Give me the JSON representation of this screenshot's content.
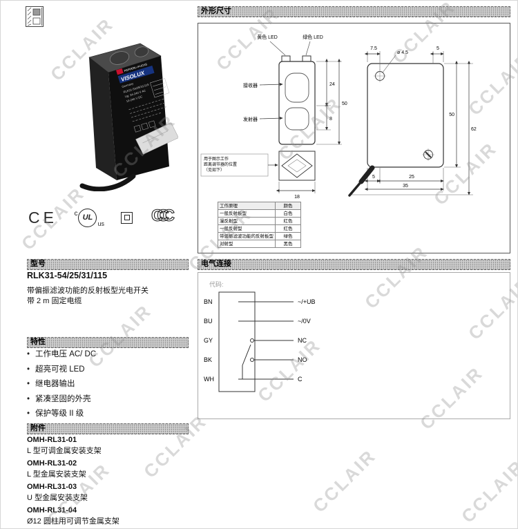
{
  "watermark": {
    "text": "CCLAIR"
  },
  "header_bars": {
    "dimensions": "外形尺寸",
    "model": "型号",
    "electrical": "电气连接",
    "features": "特性",
    "accessories": "附件"
  },
  "product": {
    "brand": "PEPPERL+FUCHS",
    "brand_sub": "VISOLUX",
    "label_lines": [
      "Germany",
      "RLK31-54/25/31/115",
      "Ug: 24-240 V AC",
      "10-240 V DC"
    ]
  },
  "certifications": {
    "ce": "CE",
    "ul_c": "c",
    "ul": "UL",
    "ul_us": "us",
    "ccc": "CCC"
  },
  "model": {
    "name": "RLK31-54/25/31/115",
    "desc1": "带偏振滤波功能的反射板型光电开关",
    "desc2": "带 2 m 固定电缆"
  },
  "features": {
    "items": [
      "工作电压 AC/ DC",
      "超亮可视 LED",
      "继电器输出",
      "紧凑坚固的外壳",
      "保护等级 II 级"
    ]
  },
  "accessories": {
    "items": [
      {
        "model": "OMH-RL31-01",
        "desc": "L 型可调金属安装支架"
      },
      {
        "model": "OMH-RL31-02",
        "desc": "L 型金属安装支架"
      },
      {
        "model": "OMH-RL31-03",
        "desc": "U 型金属安装支架"
      },
      {
        "model": "OMH-RL31-04",
        "desc": "Ø12 圆柱用可调节金属支架"
      }
    ]
  },
  "dimensions": {
    "front": {
      "led_left": "黄色 LED",
      "led_right": "绿色 LED",
      "receiver": "接收器",
      "emitter": "发射器",
      "dim_upper": "24",
      "dim_lower": "8",
      "dim_total": "50",
      "dim_width": "18",
      "note1": "用于图示工作",
      "note2": "距离调节器的位置",
      "note3": "（见如下）"
    },
    "side": {
      "dim_pitch": "7.5",
      "dim_hole": "ø 4.5",
      "dim_top_right": "5",
      "dim_height": "50",
      "dim_total_height": "62",
      "dim_b1": "5",
      "dim_b2": "25",
      "dim_depth": "35"
    },
    "table": {
      "header_label": "工作原理",
      "header_color": "颜色",
      "rows": [
        {
          "label": "一般反射板型",
          "color": "白色"
        },
        {
          "label": "漫反射型",
          "color": "红色"
        },
        {
          "label": "一般反射型",
          "color": "红色"
        },
        {
          "label": "带偏振滤波功能的反射板型",
          "color": "绿色"
        },
        {
          "label": "对射型",
          "color": "黑色"
        }
      ]
    }
  },
  "electrical": {
    "code_label": "代码:",
    "terminals": [
      {
        "wire": "BN",
        "signal": "~/+UB"
      },
      {
        "wire": "BU",
        "signal": "~/0V"
      },
      {
        "wire": "GY",
        "signal": "NC"
      },
      {
        "wire": "BK",
        "signal": "NO"
      },
      {
        "wire": "WH",
        "signal": "C"
      }
    ]
  }
}
